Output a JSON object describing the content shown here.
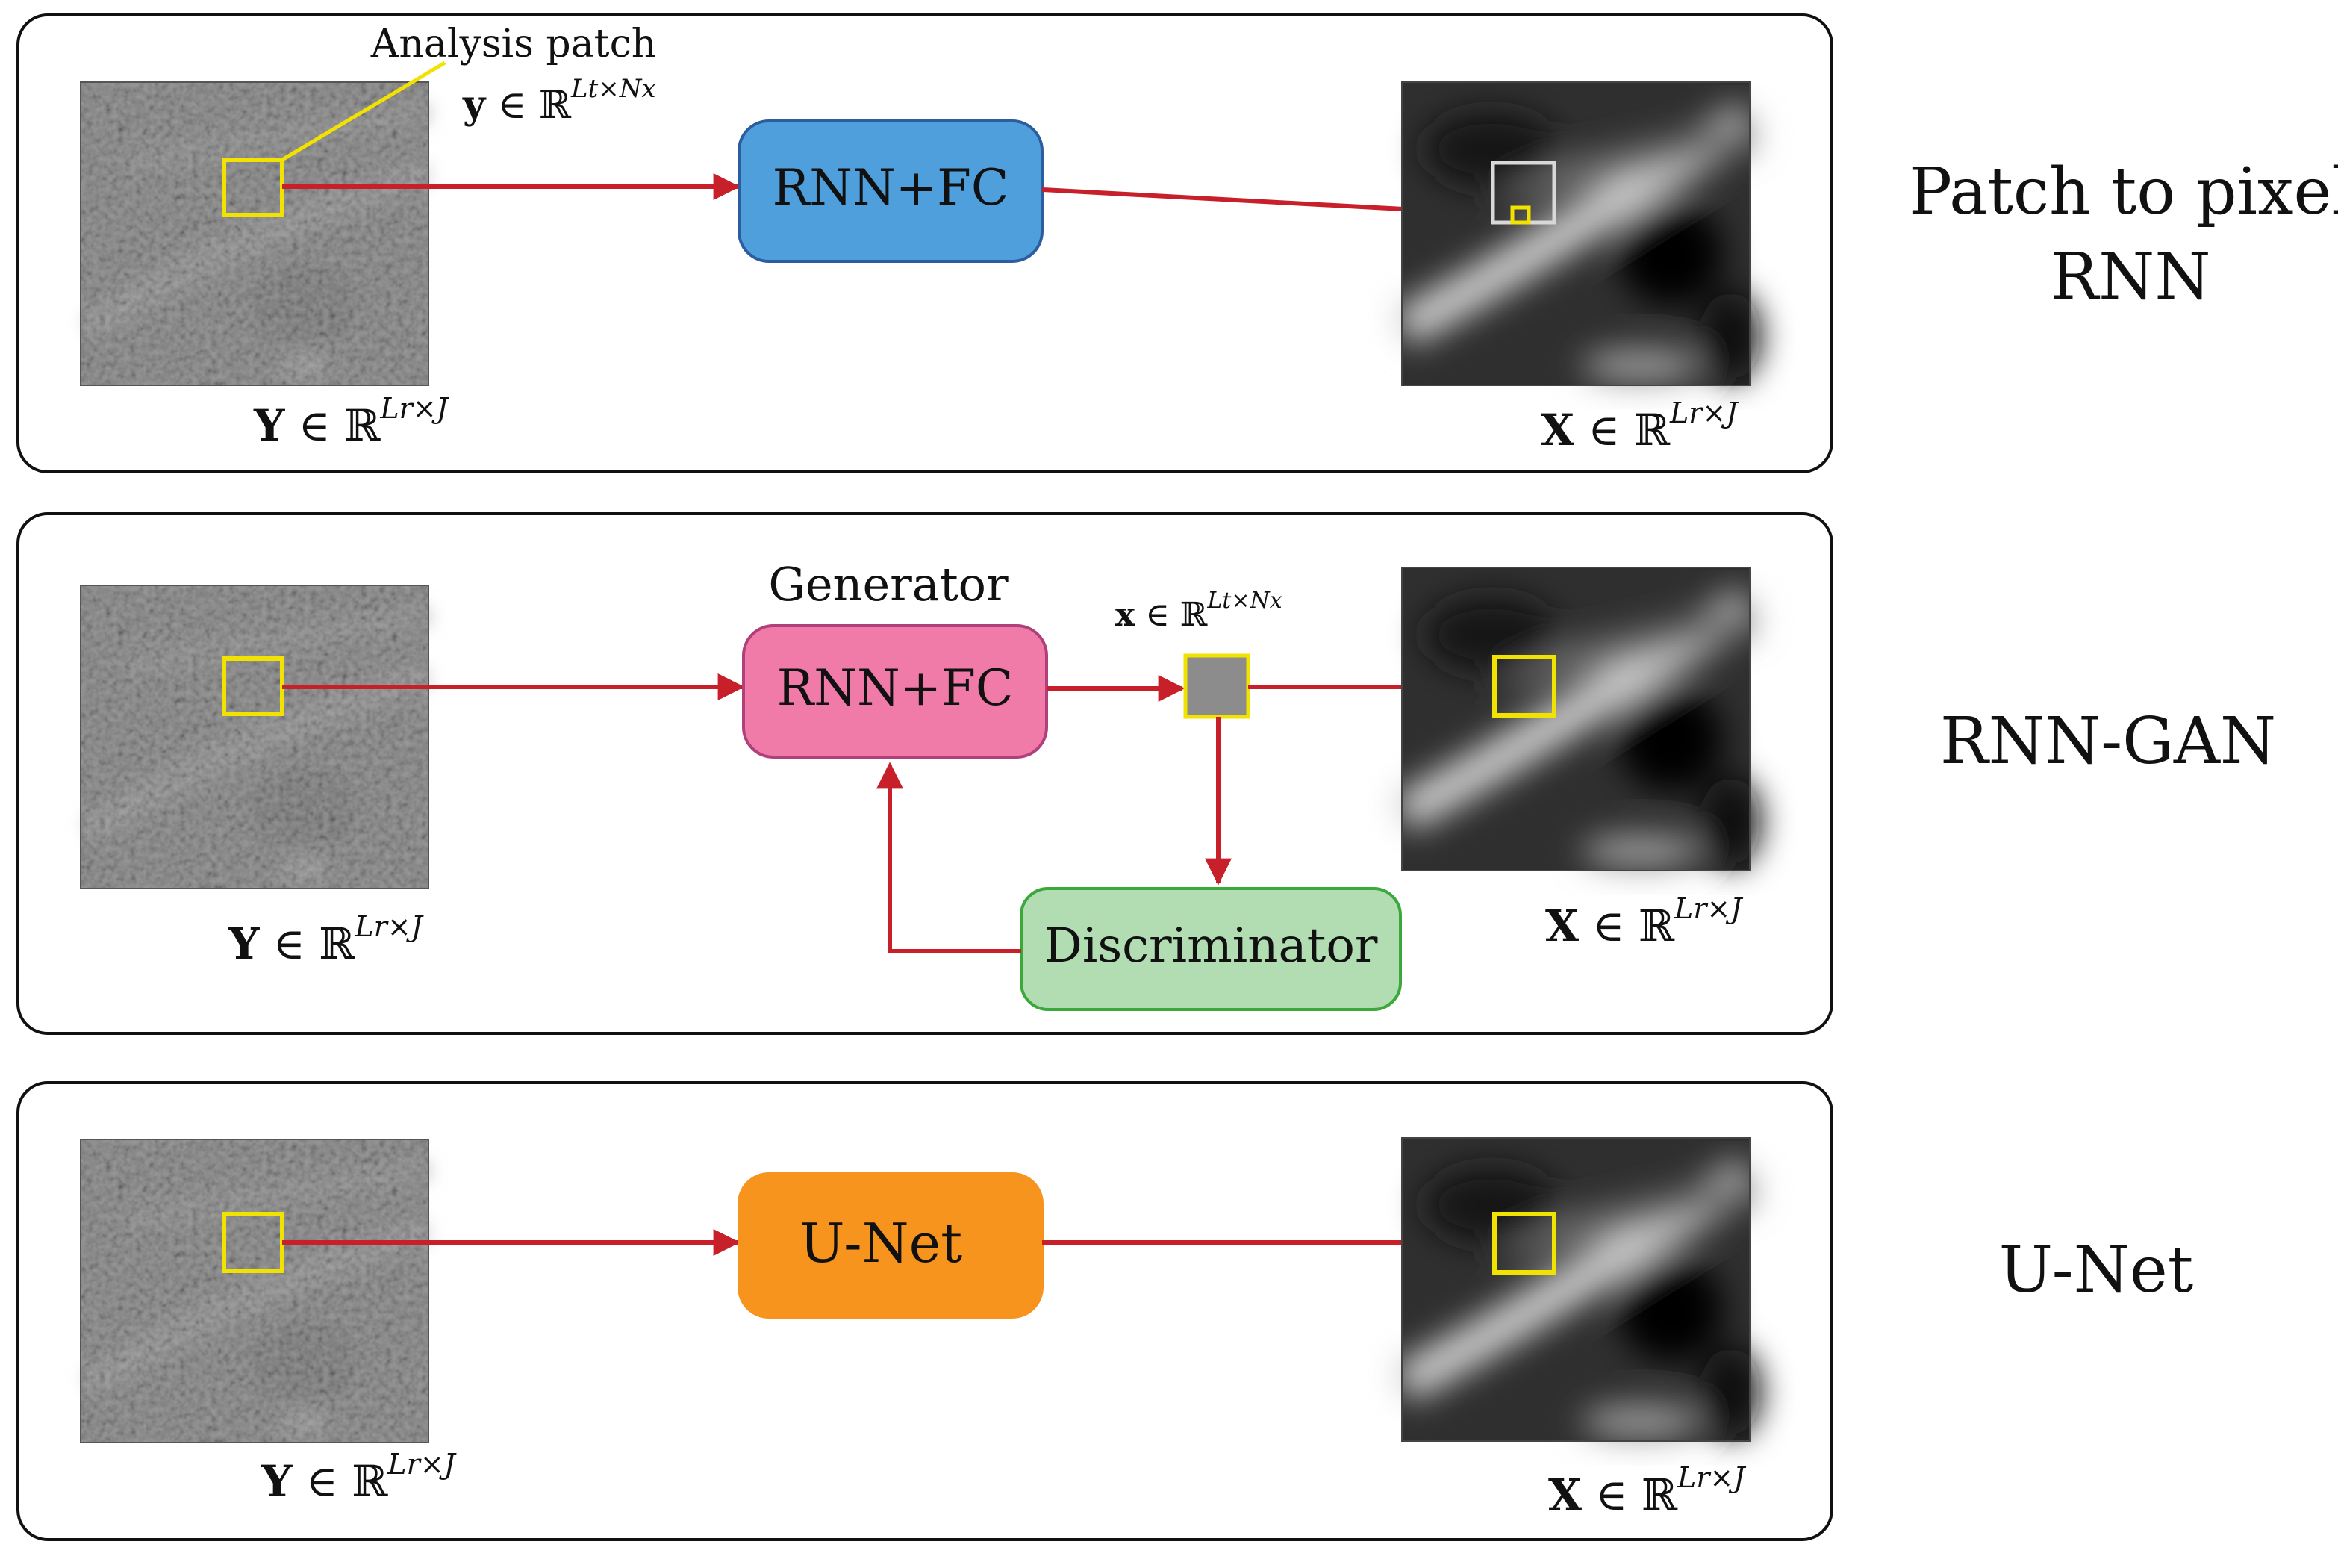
{
  "panels": [
    {
      "method_label_lines": [
        "Patch to pixel",
        "RNN"
      ],
      "model_label": "RNN+FC",
      "model_color": "#4f9fdc",
      "model_border": "#2c5d9e",
      "input_label": {
        "bold": "Y",
        "rest": " ∈ ℝ",
        "sup": "Lr×J"
      },
      "output_label": {
        "bold": "X",
        "rest": " ∈ ℝ",
        "sup": "Lr×J"
      },
      "patch_annotation": "Analysis patch",
      "patch_math": {
        "bold": "y",
        "rest": " ∈ ℝ",
        "sup": "Lt×Nx"
      }
    },
    {
      "method_label_lines": [
        "RNN-GAN"
      ],
      "generator_title": "Generator",
      "model_label": "RNN+FC",
      "model_color": "#f07aa8",
      "model_border": "#b0407a",
      "discriminator_label": "Discriminator",
      "discriminator_color": "#b2dcb2",
      "discriminator_border": "#3aa83a",
      "input_label": {
        "bold": "Y",
        "rest": " ∈ ℝ",
        "sup": "Lr×J"
      },
      "output_label": {
        "bold": "X",
        "rest": " ∈ ℝ",
        "sup": "Lr×J"
      },
      "patch_math": {
        "bold": "x",
        "rest": " ∈ ℝ",
        "sup": "Lt×Nx"
      }
    },
    {
      "method_label_lines": [
        "U-Net"
      ],
      "model_label": "U-Net",
      "model_color": "#f7941e",
      "model_border": "#f7941e",
      "input_label": {
        "bold": "Y",
        "rest": " ∈ ℝ",
        "sup": "Lr×J"
      },
      "output_label": {
        "bold": "X",
        "rest": " ∈ ℝ",
        "sup": "Lr×J"
      }
    }
  ],
  "colors": {
    "arrow": "#c8202a",
    "patch": "#f2e200",
    "output_patch_rnn": "#d8d8d8"
  }
}
